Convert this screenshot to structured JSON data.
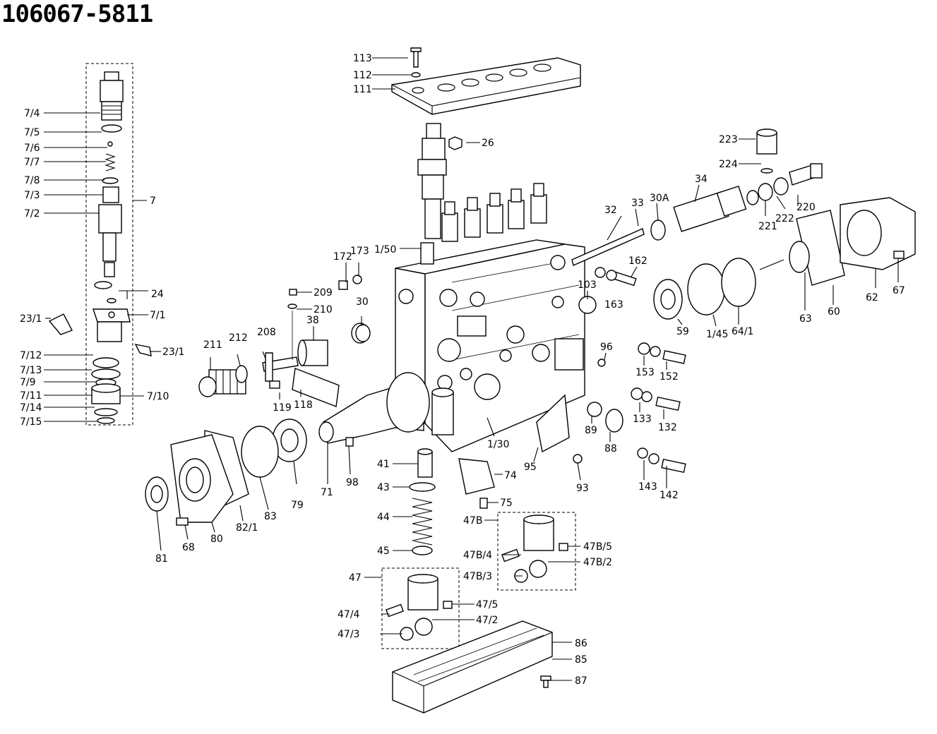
{
  "title": "106067-5811",
  "labels": {
    "l113": "113",
    "l112": "112",
    "l111": "111",
    "l26": "26",
    "l223": "223",
    "l224": "224",
    "l220": "220",
    "l222": "222",
    "l221": "221",
    "l34": "34",
    "l33": "33",
    "l30A": "30A",
    "l32": "32",
    "l150": "1/50",
    "l172": "172",
    "l173": "173",
    "l162": "162",
    "l103": "103",
    "l163": "163",
    "l62": "62",
    "l67": "67",
    "l74_": "7/4",
    "l75_": "7/5",
    "l76_": "7/6",
    "l77_": "7/7",
    "l78_": "7/8",
    "l73_": "7/3",
    "l72_": "7/2",
    "l7": "7",
    "l24": "24",
    "l71_": "7/1",
    "l231a": "23/1",
    "l231b": "23/1",
    "l712": "7/12",
    "l713": "7/13",
    "l79_": "7/9",
    "l711": "7/11",
    "l714": "7/14",
    "l715": "7/15",
    "l710": "7/10",
    "l209": "209",
    "l210": "210",
    "l30": "30",
    "l38": "38",
    "l211": "211",
    "l212": "212",
    "l208": "208",
    "l119": "119",
    "l118": "118",
    "l59": "59",
    "l145": "1/45",
    "l641": "64/1",
    "l63": "63",
    "l60": "60",
    "l96": "96",
    "l153": "153",
    "l152": "152",
    "l133": "133",
    "l132": "132",
    "l89": "89",
    "l88": "88",
    "l143": "143",
    "l142": "142",
    "l93": "93",
    "l95": "95",
    "l130": "1/30",
    "l71": "71",
    "l98": "98",
    "l79": "79",
    "l83": "83",
    "l821": "82/1",
    "l80": "80",
    "l68": "68",
    "l81": "81",
    "l41": "41",
    "l43": "43",
    "l44": "44",
    "l45": "45",
    "l74": "74",
    "l75": "75",
    "l47B": "47B",
    "l47B5": "47B/5",
    "l47B4": "47B/4",
    "l47B2": "47B/2",
    "l47B3": "47B/3",
    "l47": "47",
    "l475": "47/5",
    "l474": "47/4",
    "l472": "47/2",
    "l473": "47/3",
    "l86": "86",
    "l85": "85",
    "l87": "87"
  }
}
